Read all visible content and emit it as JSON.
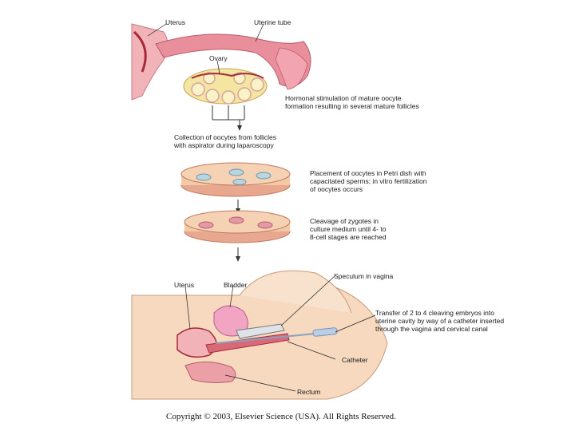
{
  "labels": {
    "uterus_top": "Uterus",
    "uterine_tube": "Uterine tube",
    "ovary": "Ovary",
    "hormonal": "Hormonal stimulation of mature oocyte\nformation resulting in several mature follicles",
    "collection": "Collection of oocytes from follicles\nwith aspirator during laparoscopy",
    "placement": "Placement of oocytes in Petri dish with\ncapacitated sperms; in vitro fertilization\nof oocytes occurs",
    "cleavage": "Cleavage of zygotes in\nculture medium until 4- to\n8-cell stages are reached",
    "speculum": "Speculum in vagina",
    "uterus_bottom": "Uterus",
    "bladder": "Bladder",
    "transfer": "Transfer of 2 to 4 cleaving embryos into\nuterine cavity by way of a catheter inserted\nthrough the vagina and cervical canal",
    "catheter": "Catheter",
    "rectum": "Rectum"
  },
  "copyright": "Copyright © 2003, Elsevier Science (USA). All Rights Reserved.",
  "colors": {
    "tissue_pink": "#f2b3b8",
    "tissue_light": "#f8d3d4",
    "tube_pink": "#e98f9c",
    "blood_red": "#a52a3a",
    "follicle_yellow": "#f3e6a0",
    "dish_peach": "#f4c9a6",
    "skin_tan": "#f6d9bf",
    "catheter_blue": "#b9cde6"
  }
}
